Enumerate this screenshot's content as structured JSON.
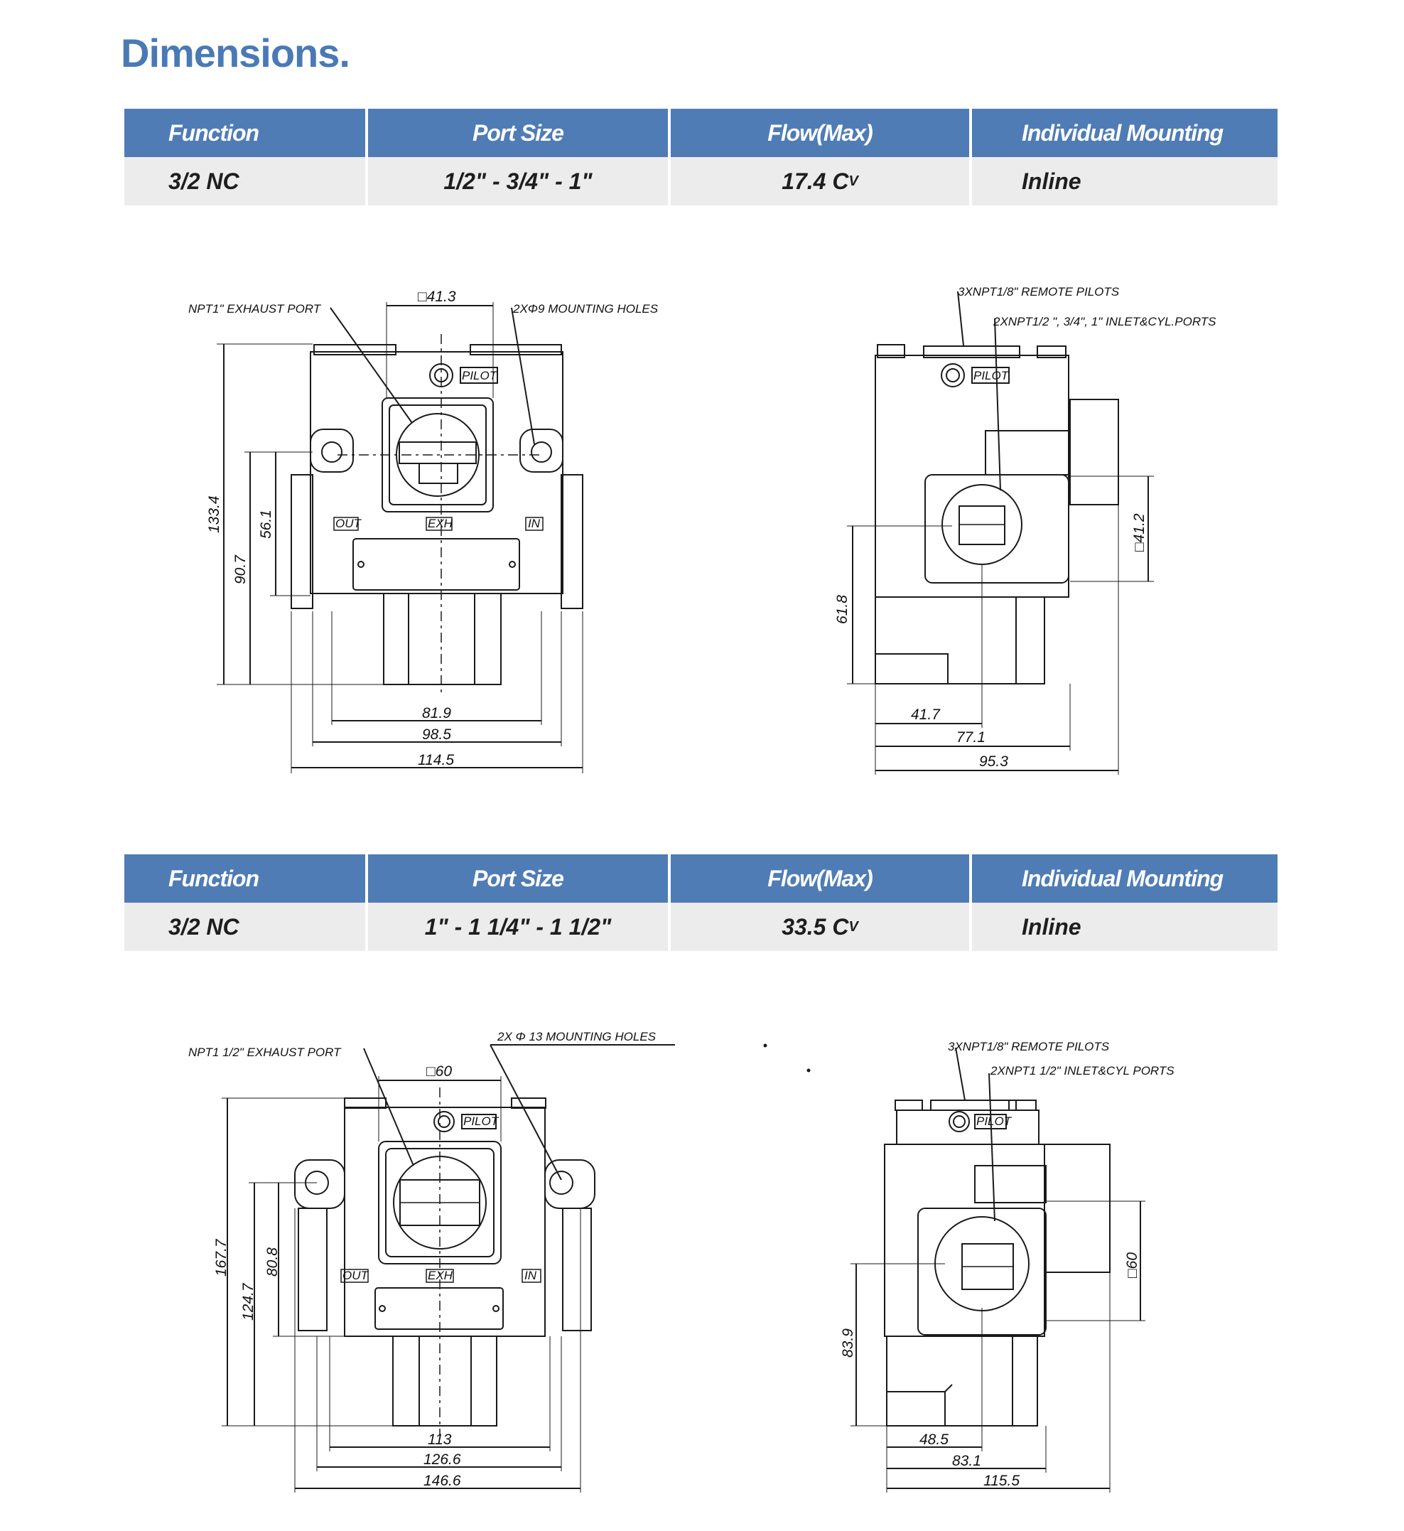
{
  "page": {
    "title": "Dimensions."
  },
  "tables": [
    {
      "headers": [
        "Function",
        "Port Size",
        "Flow(Max)",
        "Individual Mounting"
      ],
      "values": {
        "function": "3/2 NC",
        "port_size": "1/2\" - 3/4\" - 1\"",
        "flow": "17.4 C",
        "flow_sub": "V",
        "mounting": "Inline"
      }
    },
    {
      "headers": [
        "Function",
        "Port Size",
        "Flow(Max)",
        "Individual Mounting"
      ],
      "values": {
        "function": "3/2 NC",
        "port_size": "1\" - 1 1/4\" - 1 1/2\"",
        "flow": "33.5 C",
        "flow_sub": "V",
        "mounting": "Inline"
      }
    }
  ],
  "drawing1": {
    "front": {
      "exhaust_label": "NPT1\" EXHAUST PORT",
      "mounting_label": "2XΦ9 MOUNTING HOLES",
      "square_dim": "□41.3",
      "pilot": "PILOT",
      "out": "OUT",
      "exh": "EXH",
      "in": "IN",
      "dims": {
        "height": "133.4",
        "h2": "90.7",
        "h3": "56.1",
        "w1": "81.9",
        "w2": "98.5",
        "w3": "114.5"
      }
    },
    "side": {
      "remote_label": "3XNPT1/8\" REMOTE PILOTS",
      "inlet_label": "2XNPT1/2 \", 3/4\", 1\" INLET&CYL.PORTS",
      "pilot": "PILOT",
      "dims": {
        "square": "□41.2",
        "height": "61.8",
        "w1": "41.7",
        "w2": "77.1",
        "w3": "95.3"
      }
    }
  },
  "drawing2": {
    "front": {
      "exhaust_label": "NPT1 1/2\" EXHAUST PORT",
      "mounting_label": "2X Φ 13 MOUNTING HOLES",
      "square_dim": "□60",
      "pilot": "PILOT",
      "out": "OUT",
      "exh": "EXH",
      "in": "IN",
      "dims": {
        "height": "167.7",
        "h2": "124.7",
        "h3": "80.8",
        "w1": "113",
        "w2": "126.6",
        "w3": "146.6"
      }
    },
    "side": {
      "remote_label": "3XNPT1/8\" REMOTE PILOTS",
      "inlet_label": "2XNPT1 1/2\" INLET&CYL PORTS",
      "pilot": "PILOT",
      "dims": {
        "square": "□60",
        "height": "83.9",
        "w1": "48.5",
        "w2": "83.1",
        "w3": "115.5"
      }
    }
  }
}
